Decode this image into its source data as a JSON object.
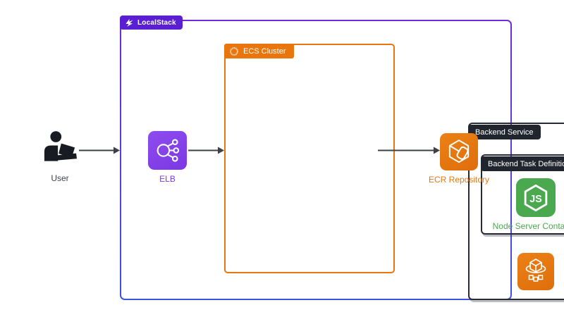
{
  "diagram": {
    "localstack": {
      "label": "LocalStack",
      "badge_color": "#5a1fd3",
      "border_gradient_top": "#6f2bd9",
      "border_gradient_bottom": "#3c52e0"
    },
    "ecs_cluster": {
      "label": "ECS Cluster",
      "color": "#e8760d"
    },
    "backend_service": {
      "label": "Backend Service",
      "color": "#21252e"
    },
    "task_definition": {
      "label": "Backend Task Definition",
      "color": "#21252e"
    },
    "nodes": {
      "user": {
        "label": "User",
        "label_color": "#3d4350",
        "icon": "person-at-laptop-icon",
        "icon_color": "#181b22"
      },
      "elb": {
        "label": "ELB",
        "label_color": "#7c3aed",
        "icon": "elastic-load-balancer-icon",
        "icon_color": "#8444e8"
      },
      "node_server": {
        "label": "Node Server Container",
        "label_color": "#4aa84e",
        "icon": "nodejs-icon",
        "icon_color": "#4aa84e"
      },
      "ecs_service": {
        "icon": "ecs-service-icon",
        "icon_color": "#e8760d"
      },
      "ecr": {
        "label": "ECR Repository",
        "label_color": "#e8760d",
        "icon": "ecr-repository-icon",
        "icon_color": "#e8760d"
      }
    },
    "arrow_color": "#3c4047"
  }
}
